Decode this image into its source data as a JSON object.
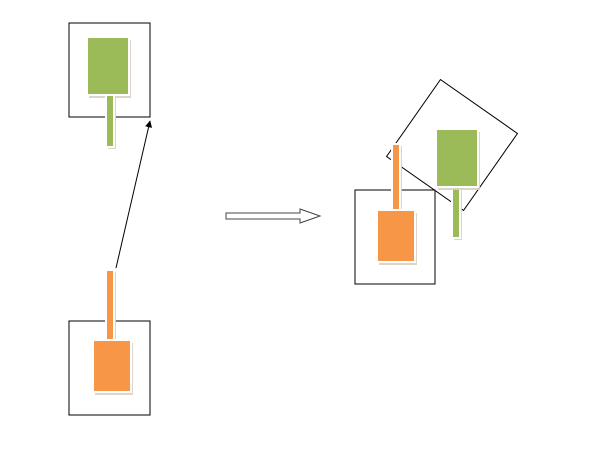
{
  "colors": {
    "green": "#9bbb59",
    "orange": "#f79646",
    "outline": "#000000",
    "shadow": "#d9d0c1",
    "highlight": "#ffffff"
  },
  "diagram": {
    "left_panel": {
      "top_item": {
        "kind": "green-pin",
        "direction": "down"
      },
      "bottom_item": {
        "kind": "orange-pin",
        "direction": "up"
      },
      "connector": {
        "kind": "arrow",
        "from": "bottom_item",
        "to": "top_item"
      }
    },
    "transition": {
      "kind": "hollow-arrow",
      "direction": "right"
    },
    "right_panel": {
      "orange_item": {
        "kind": "orange-pin",
        "direction": "up"
      },
      "green_item": {
        "kind": "green-pin",
        "direction": "down",
        "frame_rotated": true
      }
    }
  }
}
